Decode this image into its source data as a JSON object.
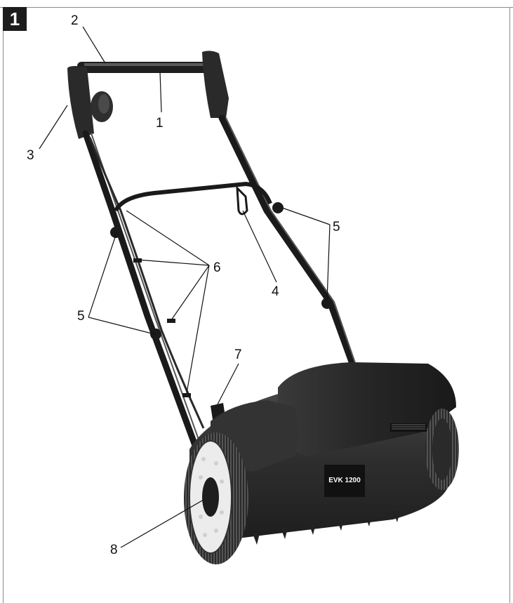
{
  "figure": {
    "number": "1",
    "model_plate": "EVK 1200"
  },
  "callouts": {
    "c1": "1",
    "c2": "2",
    "c3": "3",
    "c4": "4",
    "c5a": "5",
    "c5b": "5",
    "c6": "6",
    "c7": "7",
    "c8": "8"
  },
  "colors": {
    "frame": "#8a8a8a",
    "body_dark": "#2b2b2b",
    "body_mid": "#3e3e3e",
    "wheel_hub": "#eeeeee",
    "label": "#111111"
  }
}
